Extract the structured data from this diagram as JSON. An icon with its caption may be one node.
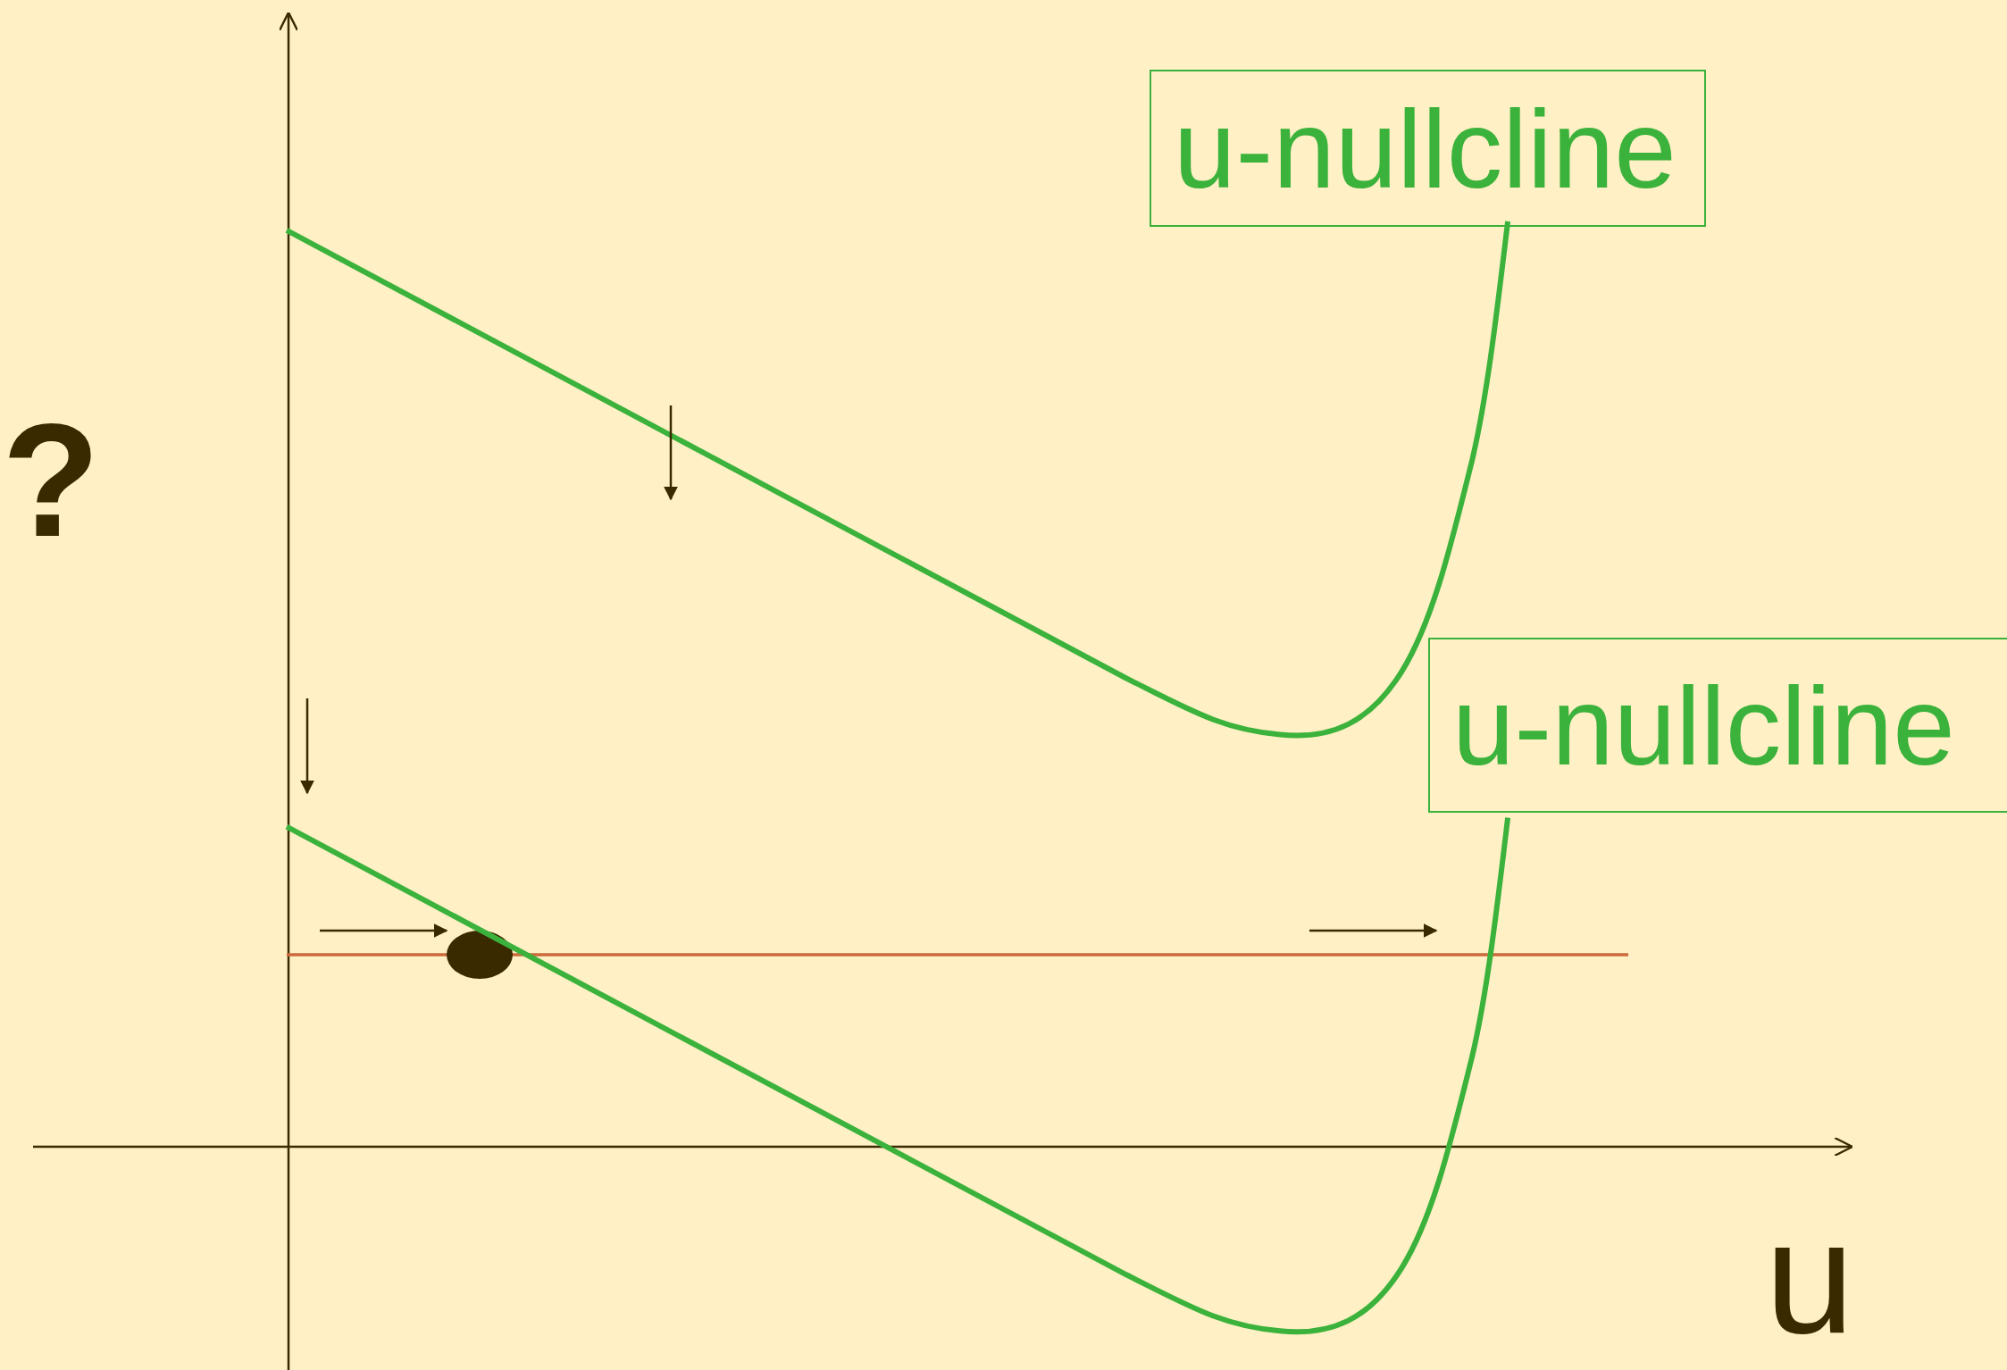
{
  "diagram": {
    "nodes": [
      {
        "text": [
          "u-nullcline"
        ]
      },
      {
        "text": [
          "u-nullcline"
        ]
      },
      {
        "text": [],
        "shape": "circle"
      }
    ],
    "labels": [
      "?",
      "u"
    ]
  }
}
